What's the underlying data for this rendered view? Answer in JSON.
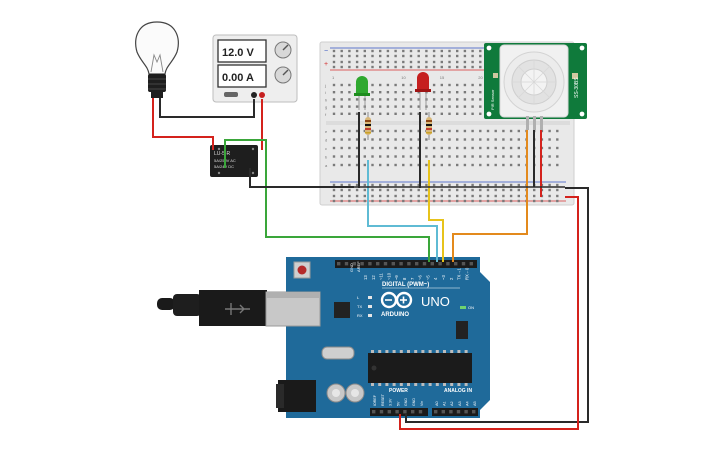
{
  "power_supply": {
    "voltage_display": "12.0 V",
    "current_display": "0.00 A"
  },
  "relay": {
    "label_line1": "LU-5-R",
    "label_line2": "5A/250V AC",
    "label_line3": "5A/24V DC"
  },
  "arduino": {
    "model": "UNO",
    "brand": "ARDUINO",
    "digital_header_label": "DIGITAL (PWM~)",
    "power_header_label": "POWER",
    "analog_header_label": "ANALOG IN",
    "on_label": "ON",
    "led_labels": [
      "TX",
      "RX",
      "L"
    ],
    "aref_label": "AREF",
    "gnd_label": "GND",
    "digital_pins": [
      "13",
      "12",
      "~11",
      "~10",
      "~9",
      "8",
      "7",
      "~6",
      "~5",
      "4",
      "~3",
      "2",
      "TX→1",
      "RX←0"
    ],
    "power_pins": [
      "IOREF",
      "RESET",
      "3.3V",
      "5V",
      "GND",
      "GND",
      "Vin"
    ],
    "analog_pins": [
      "A0",
      "A1",
      "A2",
      "A3",
      "A4",
      "A5"
    ]
  },
  "pir_sensor": {
    "model_text": "SS-30BS",
    "side_text": "PIR Sensor"
  },
  "breadboard": {
    "row_letters_top": [
      "j",
      "i",
      "h",
      "g",
      "f"
    ],
    "row_letters_bottom": [
      "e",
      "d",
      "c",
      "b",
      "a"
    ],
    "column_numbers": [
      "1",
      "5",
      "10",
      "15",
      "20",
      "25",
      "30"
    ]
  },
  "colors": {
    "arduino_blue": "#1f6a9a",
    "pcb_green": "#0f7a3b",
    "wire_red": "#d4221c",
    "wire_black": "#2a2a2a",
    "wire_green": "#3aa63a",
    "wire_cyan": "#5fbbd4",
    "wire_yellow": "#e7c31b",
    "wire_orange": "#e38a1d",
    "led_green": "#2fa82f",
    "led_red": "#c51f1f"
  }
}
